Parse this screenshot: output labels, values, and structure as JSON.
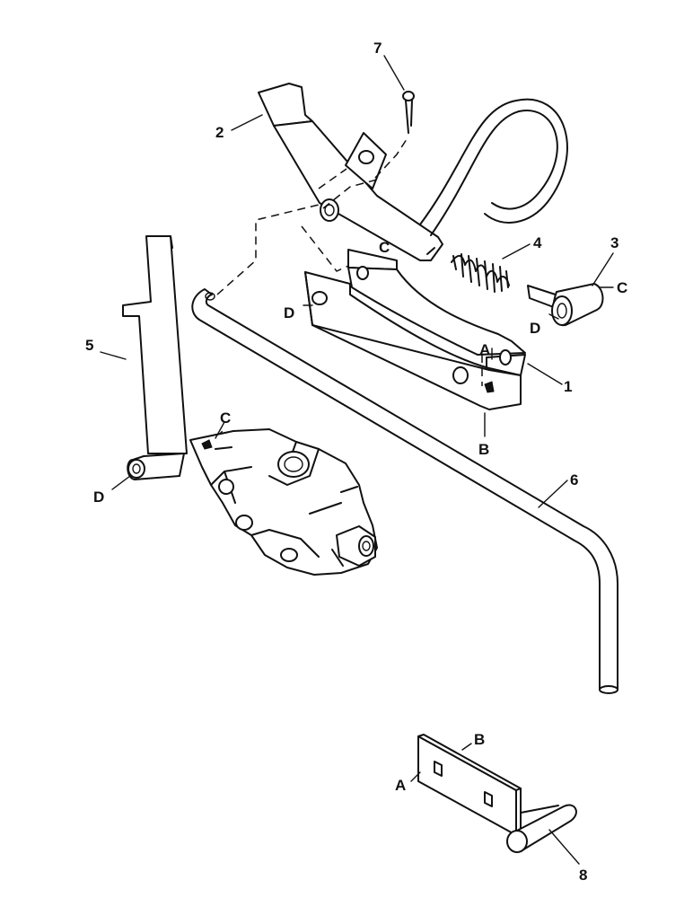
{
  "callouts": {
    "part_1": "1",
    "part_2": "2",
    "part_3": "3",
    "part_4": "4",
    "part_5": "5",
    "part_6": "6",
    "part_7": "7",
    "part_8": "8"
  },
  "refs": {
    "a_bracket": "A",
    "b_bracket": "B",
    "c_bracket": "C",
    "d_bracket": "D",
    "c_pin": "C",
    "d_pin": "D",
    "c_valve": "C",
    "d_plate": "D",
    "a_lower": "A",
    "b_lower": "B"
  }
}
